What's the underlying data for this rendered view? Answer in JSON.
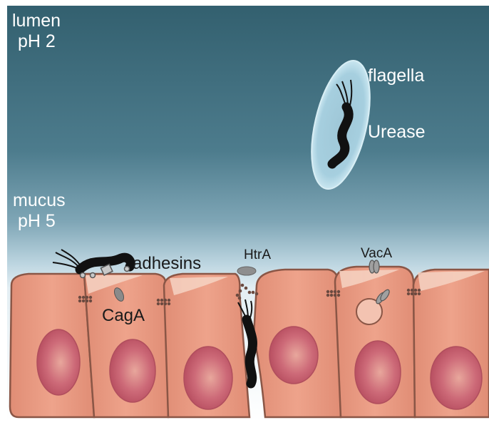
{
  "labels": {
    "lumen": "lumen",
    "lumen_ph": "pH 2",
    "mucus": "mucus",
    "mucus_ph": "pH 5",
    "flagella": "flagella",
    "urease": "Urease",
    "adhesins": "adhesins",
    "htra": "HtrA",
    "caga": "CagA",
    "vaca": "VacA"
  },
  "colors": {
    "lumen_top": "#35606f",
    "lumen_mid": "#507f8f",
    "mucus": "#cfe3ec",
    "cell_fill": "#e6967d",
    "cell_border": "#8a5646",
    "nucleus": "#c4596a",
    "bacterium": "#111111",
    "capsule": "#a9d3e2"
  }
}
